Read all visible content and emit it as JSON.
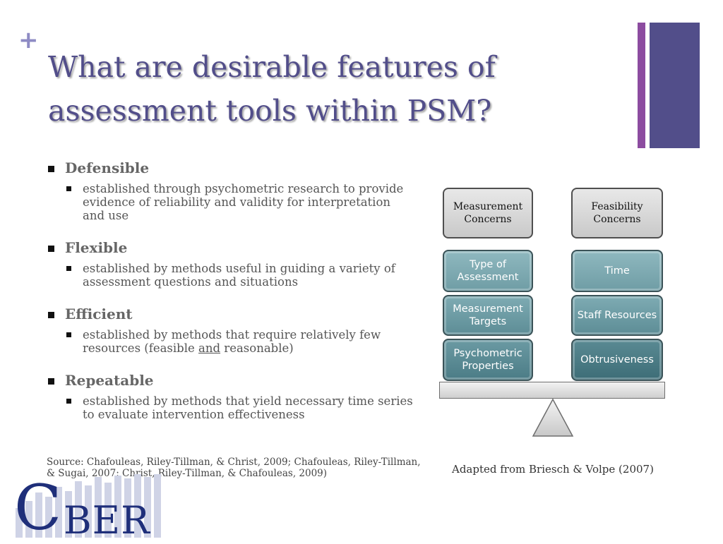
{
  "slide": {
    "plus_glyph": "+",
    "title": "What are desirable features of assessment tools within PSM?"
  },
  "bullets": [
    {
      "heading": "Defensible",
      "sub": {
        "text": "established through psychometric research to provide evidence of reliability and validity for interpretation and use"
      }
    },
    {
      "heading": "Flexible",
      "sub": {
        "text": "established by methods useful in guiding a variety of assessment questions and situations"
      }
    },
    {
      "heading": "Efficient",
      "sub": {
        "pre": "established by methods that require relatively few resources (feasible ",
        "emph": "and",
        "post": " reasonable)"
      }
    },
    {
      "heading": "Repeatable",
      "sub": {
        "text": "established by methods that yield necessary time series to evaluate intervention effectiveness"
      }
    }
  ],
  "source": "Source: Chafouleas, Riley-Tillman, & Christ, 2009; Chafouleas, Riley-Tillman, & Sugai, 2007; Christ, Riley-Tillman, & Chafouleas, 2009)",
  "diagram": {
    "left_header": "Measurement Concerns",
    "right_header": "Feasibility Concerns",
    "left_items": [
      "Type of Assessment",
      "Measurement Targets",
      "Psychometric Properties"
    ],
    "right_items": [
      "Time",
      "Staff Resources",
      "Obtrusiveness"
    ],
    "caption": "Adapted from Briesch & Volpe (2007)"
  },
  "logo": {
    "c": "C",
    "rest": "BER"
  },
  "colors": {
    "title": "#524e8a",
    "accent_purple": "#8c4ca0",
    "teal": "#5d8d96",
    "logo_navy": "#1f2f7a"
  }
}
